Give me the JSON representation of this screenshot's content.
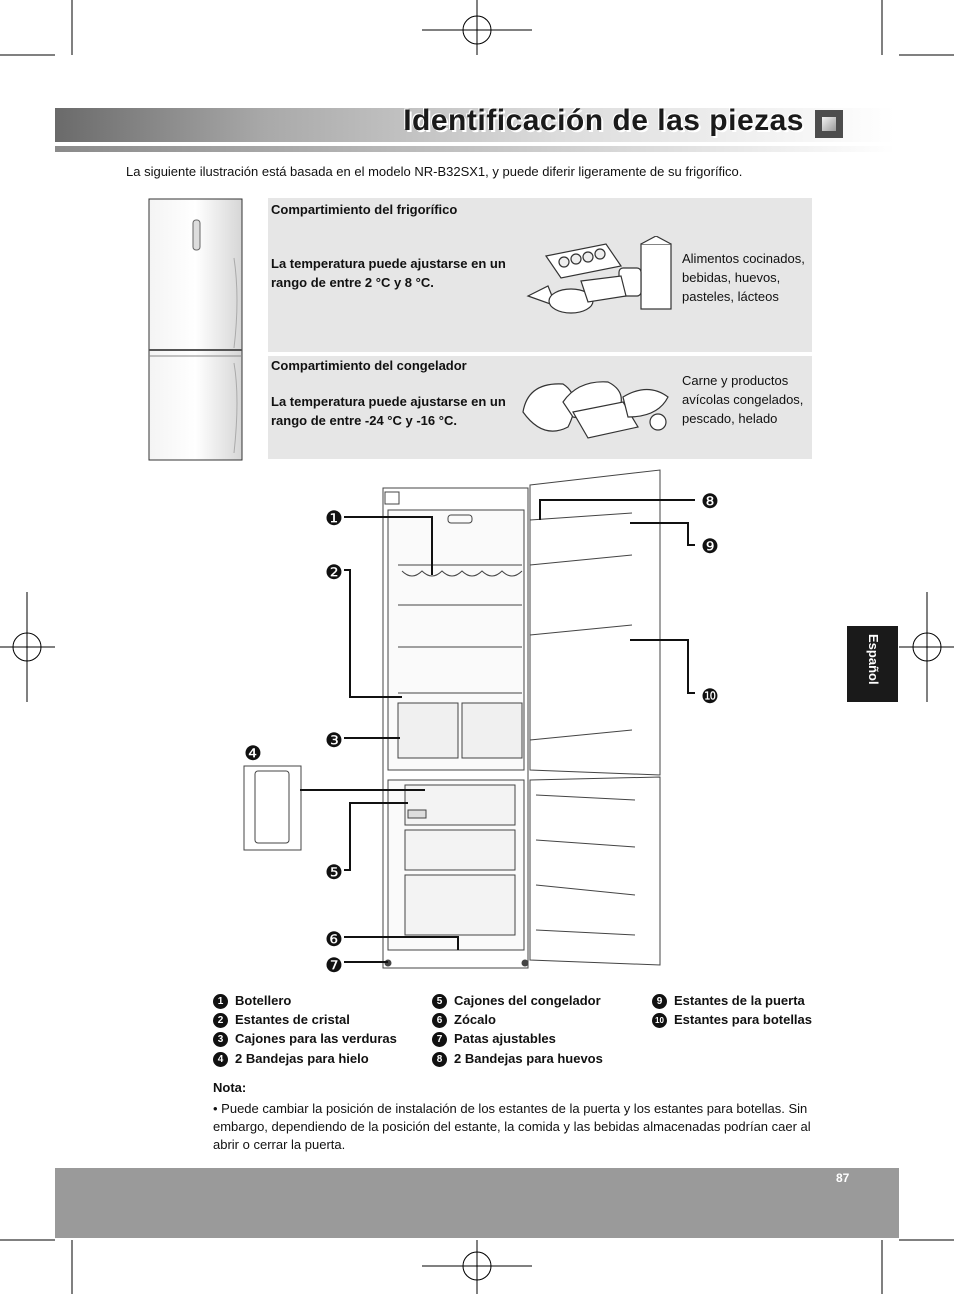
{
  "header": {
    "title": "Identificación de las piezas"
  },
  "intro": "La siguiente ilustración está basada en el modelo NR-B32SX1, y puede diferir ligeramente de su frigorífico.",
  "compartments": [
    {
      "title": "Compartimiento del frigorífico",
      "temp": "La temperatura puede ajustarse en un rango de entre 2 °C y 8 °C.",
      "contents": "Alimentos cocinados, bebidas, huevos, pasteles, lácteos"
    },
    {
      "title": "Compartimiento del congelador",
      "temp": "La temperatura puede ajustarse en un rango de entre -24 °C y -16 °C.",
      "contents": "Carne y productos avícolas congelados, pescado, helado"
    }
  ],
  "side_tab": "Español",
  "callouts": [
    "❶",
    "❷",
    "❸",
    "❹",
    "❺",
    "❻",
    "❼",
    "❽",
    "❾",
    "❿"
  ],
  "legend": [
    {
      "num": "1",
      "label": "Botellero"
    },
    {
      "num": "2",
      "label": "Estantes de cristal"
    },
    {
      "num": "3",
      "label": "Cajones para las verduras"
    },
    {
      "num": "4",
      "label": "2 Bandejas para hielo"
    },
    {
      "num": "5",
      "label": "Cajones del congelador"
    },
    {
      "num": "6",
      "label": "Zócalo"
    },
    {
      "num": "7",
      "label": "Patas ajustables"
    },
    {
      "num": "8",
      "label": "2 Bandejas para huevos"
    },
    {
      "num": "9",
      "label": "Estantes de la puerta"
    },
    {
      "num": "10",
      "label": "Estantes para botellas"
    }
  ],
  "note": {
    "heading": "Nota:",
    "text": "•  Puede cambiar la posición de instalación de los estantes de la puerta y los estantes para botellas. Sin embargo, dependiendo de la posición del estante, la comida y las bebidas almacenadas podrían caer al abrir o cerrar la puerta."
  },
  "page_number": "87",
  "colors": {
    "panel": "#e6e6e6",
    "footer": "#9a9a9a",
    "tab": "#1a1a1a"
  }
}
